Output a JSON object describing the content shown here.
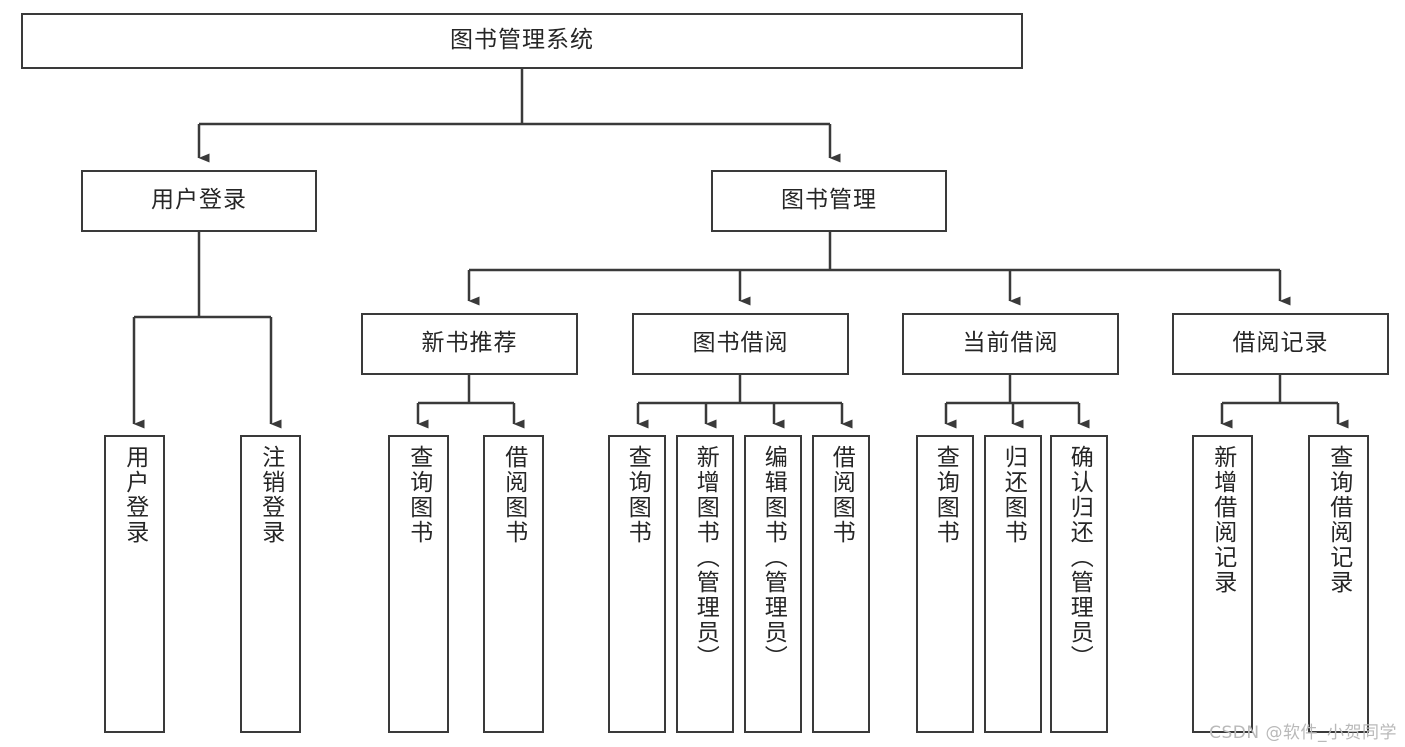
{
  "diagram": {
    "title": "图书管理系统",
    "watermark": "CSDN @软件_小贺同学",
    "colors": {
      "box_border": "#3a3a3a",
      "line": "#3a3a3a",
      "background": "#ffffff",
      "text": "#262626",
      "watermark": "#b9b9b9"
    },
    "root": {
      "label": "图书管理系统"
    },
    "level2": [
      {
        "label": "用户登录"
      },
      {
        "label": "图书管理"
      }
    ],
    "level3": [
      {
        "label": "新书推荐"
      },
      {
        "label": "图书借阅"
      },
      {
        "label": "当前借阅"
      },
      {
        "label": "借阅记录"
      }
    ],
    "leaves": {
      "user_login": [
        {
          "label": "用户登录"
        },
        {
          "label": "注销登录"
        }
      ],
      "new_book": [
        {
          "label": "查询图书"
        },
        {
          "label": "借阅图书"
        }
      ],
      "book_borrow": [
        {
          "label": "查询图书"
        },
        {
          "label": "新增图书（管理员）"
        },
        {
          "label": "编辑图书（管理员）"
        },
        {
          "label": "借阅图书"
        }
      ],
      "current_borrow": [
        {
          "label": "查询图书"
        },
        {
          "label": "归还图书"
        },
        {
          "label": "确认归还（管理员）"
        }
      ],
      "borrow_record": [
        {
          "label": "新增借阅记录"
        },
        {
          "label": "查询借阅记录"
        }
      ]
    }
  }
}
